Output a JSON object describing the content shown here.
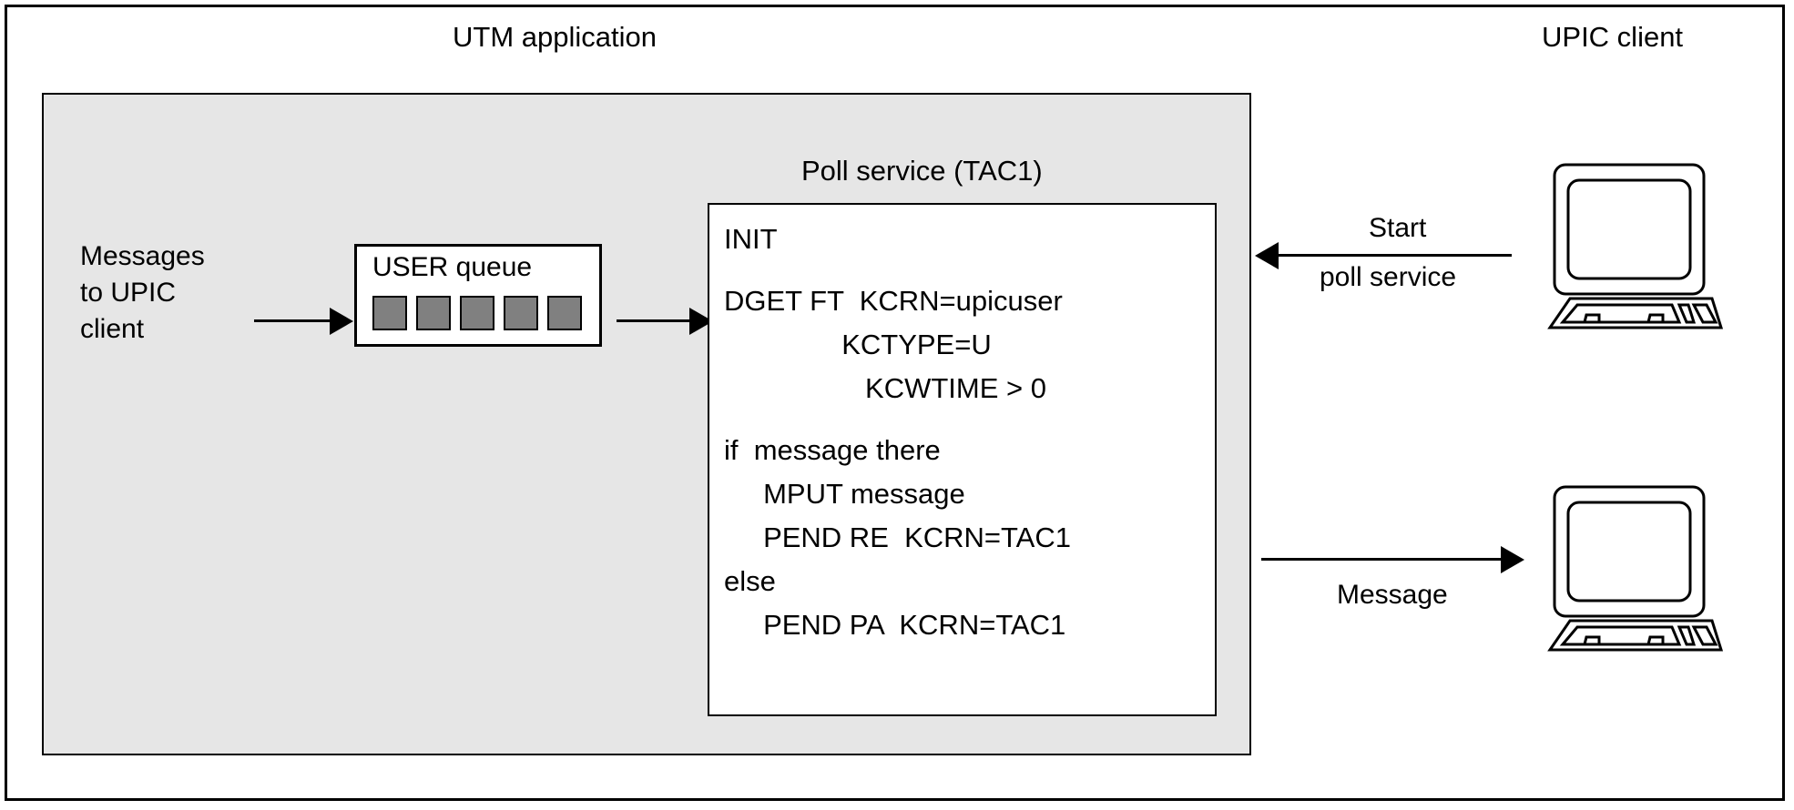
{
  "diagram": {
    "title": "UTM application / UPIC client poll service diagram",
    "headers": {
      "left": "UTM application",
      "right": "UPIC client"
    },
    "colors": {
      "panel_background": "#e6e6e6",
      "queue_slot_fill": "#808080",
      "stroke": "#000000",
      "page_background": "#ffffff"
    },
    "left_flow": {
      "messages_label": "Messages\nto UPIC\nclient",
      "messages_label_line1": "Messages",
      "messages_label_line2": "to UPIC",
      "messages_label_line3": "client",
      "arrow_in_label": "",
      "queue": {
        "title": "USER queue",
        "slot_count": 5,
        "slots": [
          "",
          "",
          "",
          "",
          ""
        ]
      },
      "arrow_to_service_label": ""
    },
    "poll_service": {
      "title": "Poll service (TAC1)",
      "code_lines": [
        "INIT",
        "",
        "DGET FT  KCRN=upicuser",
        "               KCTYPE=U",
        "                  KCWTIME > 0",
        "",
        "if  message there",
        "     MPUT message",
        "     PEND RE  KCRN=TAC1",
        "else",
        "     PEND PA  KCRN=TAC1"
      ]
    },
    "right_flow": {
      "start_arrow": {
        "label_top": "Start",
        "label_bottom": "poll service",
        "direction": "left"
      },
      "message_arrow": {
        "label": "Message",
        "direction": "right"
      },
      "clients": [
        {
          "name": "upic-client-terminal-top"
        },
        {
          "name": "upic-client-terminal-bottom"
        }
      ]
    }
  }
}
